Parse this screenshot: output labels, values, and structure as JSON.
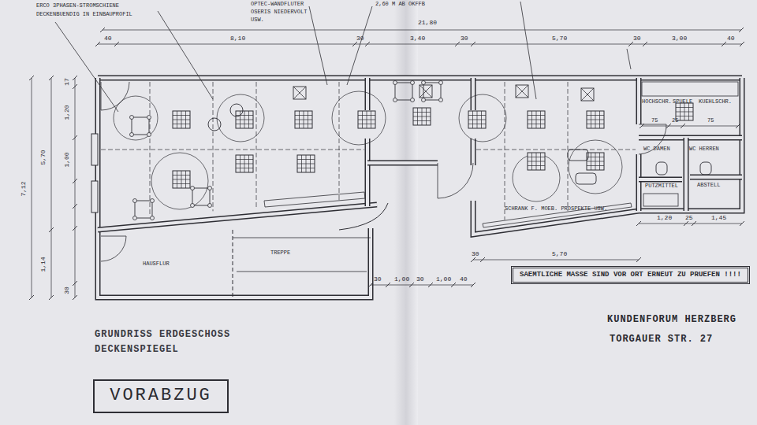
{
  "diagram": {
    "title": "GRUNDRISS ERDGESCHOSS DECKENSPIEGEL",
    "nodes": [
      {
        "text": [
          "HAUSFLUR"
        ]
      },
      {
        "text": [
          "TREPPE"
        ]
      },
      {
        "text": [
          "WC DAMEN"
        ]
      },
      {
        "text": [
          "WC HERREN"
        ]
      },
      {
        "text": [
          "VORABZUG"
        ]
      },
      {
        "text": [
          "SAEMTLICHE MASSE SIND VOR ORT ERNEUT ZU PRUEFEN !!!!"
        ]
      }
    ],
    "labels": [
      "ERCO 3PHASEN-STROMSCHIENE",
      "DECKENBUENDIG IN EINBAUPROFIL",
      "OPTEC-WANDFLUTER",
      "OSERIS NIEDERVOLT",
      "USW.",
      "2,60 M AB OKFFB",
      "21,80",
      "40",
      "8,10",
      "30",
      "3,40",
      "30",
      "5,70",
      "30",
      "3,00",
      "40",
      "7,12",
      "5,70",
      "17",
      "1,20",
      "1,00",
      "1,14",
      "30",
      "HOCHSCHR.",
      "SPUELE",
      "KUEHLSCHR.",
      "75",
      "25",
      "75",
      "PUTZMITTEL",
      "ABSTELL",
      "SCHRANK F. MOEB. PROSPEKTE USW.",
      "1,20",
      "25",
      "1,45",
      "30",
      "5,70",
      "30",
      "1,00",
      "30",
      "1,00",
      "40",
      "KUNDENFORUM HERZBERG",
      "TORGAUER STR. 27"
    ]
  }
}
